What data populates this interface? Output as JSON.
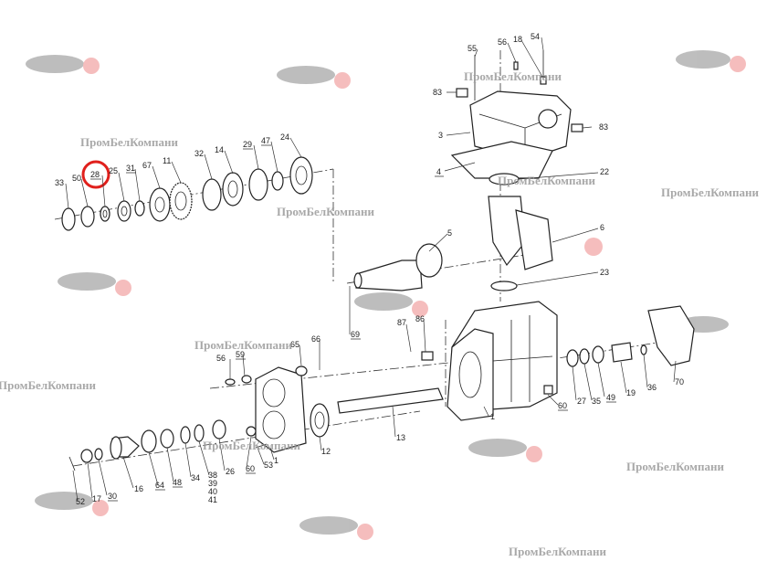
{
  "watermark": {
    "text": "ПромБелКомпани"
  },
  "highlight": {
    "part": "28",
    "color": "#e0201c"
  },
  "parts": {
    "p33": "33",
    "p50": "50",
    "p28": "28",
    "p25": "25",
    "p31": "31",
    "p67": "67",
    "p11": "11",
    "p32": "32",
    "p14": "14",
    "p29": "29",
    "p47": "47",
    "p24": "24",
    "p55": "55",
    "p56a": "56",
    "p18": "18",
    "p54": "54",
    "p83a": "83",
    "p83b": "83",
    "p3": "3",
    "p4": "4",
    "p22": "22",
    "p5": "5",
    "p6": "6",
    "p23": "23",
    "p69": "69",
    "p87": "87",
    "p86": "86",
    "p27": "27",
    "p35": "35",
    "p49": "49",
    "p19": "19",
    "p36": "36",
    "p70": "70",
    "p60a": "60",
    "p1a": "1",
    "p13": "13",
    "p56b": "56",
    "p59": "59",
    "p65": "65",
    "p66": "66",
    "p12": "12",
    "p1b": "1",
    "p53": "53",
    "p60b": "60",
    "p26": "26",
    "p38": "38",
    "p39": "39",
    "p40": "40",
    "p41": "41",
    "p34": "34",
    "p48": "48",
    "p64": "64",
    "p16": "16",
    "p30": "30",
    "p17": "17",
    "p52": "52"
  }
}
